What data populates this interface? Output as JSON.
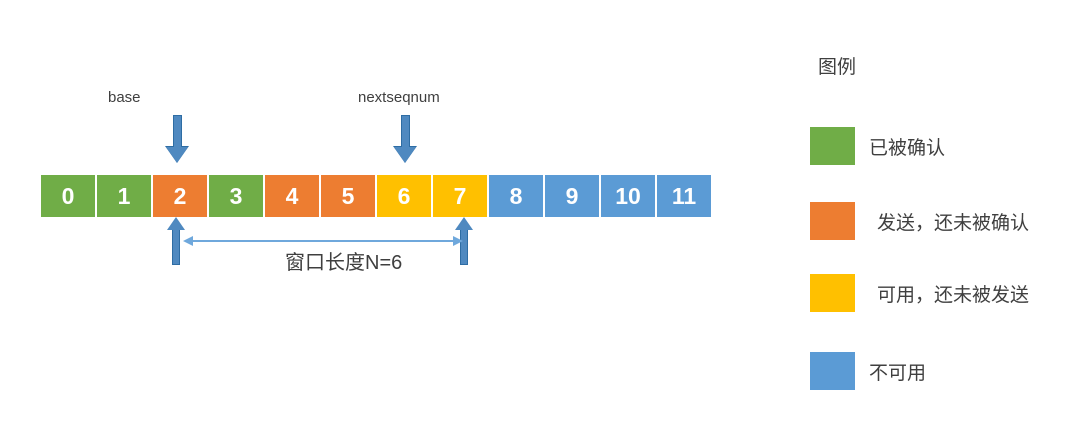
{
  "diagram": {
    "title_visible": false,
    "colors": {
      "acked": "#70ad47",
      "sent_unacked": "#ed7d31",
      "usable_unsent": "#ffc000",
      "unusable": "#5b9bd5",
      "arrow_fill": "#4f89c0",
      "arrow_stroke": "#2e6da4",
      "measure_line": "#6fa8dc",
      "text": "#3f3f3f",
      "background": "#ffffff"
    },
    "sequence": {
      "cells": [
        {
          "label": "0",
          "state": "acked"
        },
        {
          "label": "1",
          "state": "acked"
        },
        {
          "label": "2",
          "state": "sent_unacked"
        },
        {
          "label": "3",
          "state": "acked"
        },
        {
          "label": "4",
          "state": "sent_unacked"
        },
        {
          "label": "5",
          "state": "sent_unacked"
        },
        {
          "label": "6",
          "state": "usable_unsent"
        },
        {
          "label": "7",
          "state": "usable_unsent"
        },
        {
          "label": "8",
          "state": "unusable"
        },
        {
          "label": "9",
          "state": "unusable"
        },
        {
          "label": "10",
          "state": "unusable"
        },
        {
          "label": "11",
          "state": "unusable"
        }
      ]
    },
    "pointers": [
      {
        "name": "base",
        "label": "base",
        "points_to_cell": "2"
      },
      {
        "name": "nextseqnum",
        "label": "nextseqnum",
        "points_to_cell": "6"
      }
    ],
    "window_measure": {
      "label": "窗口长度N=6",
      "window_size": 6,
      "from_cell": "2",
      "to_cell": "7"
    }
  },
  "legend": {
    "title": "图例",
    "items": [
      {
        "color": "#70ad47",
        "label": "已被确认"
      },
      {
        "color": "#ed7d31",
        "label": "发送，还未被确认"
      },
      {
        "color": "#ffc000",
        "label": "可用，还未被发送"
      },
      {
        "color": "#5b9bd5",
        "label": "不可用"
      }
    ]
  }
}
